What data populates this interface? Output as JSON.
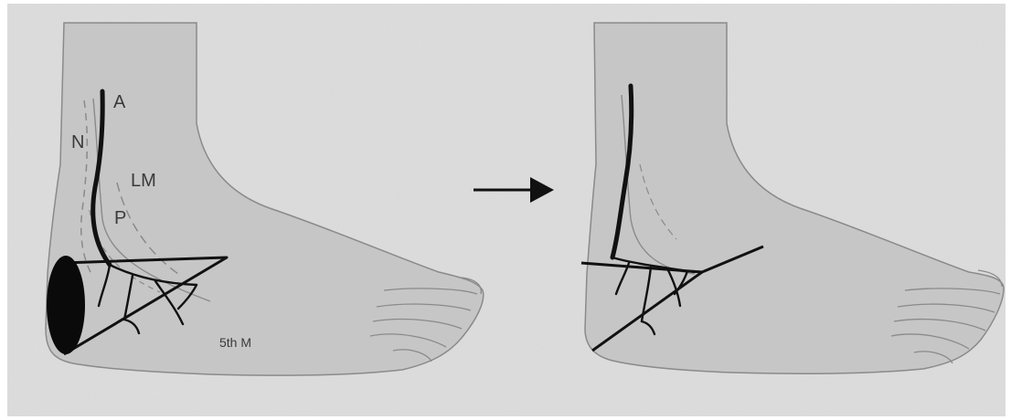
{
  "diagram": {
    "labels": {
      "a": "A",
      "n": "N",
      "lm": "LM",
      "p": "P",
      "fifth_m": "5th M"
    }
  }
}
